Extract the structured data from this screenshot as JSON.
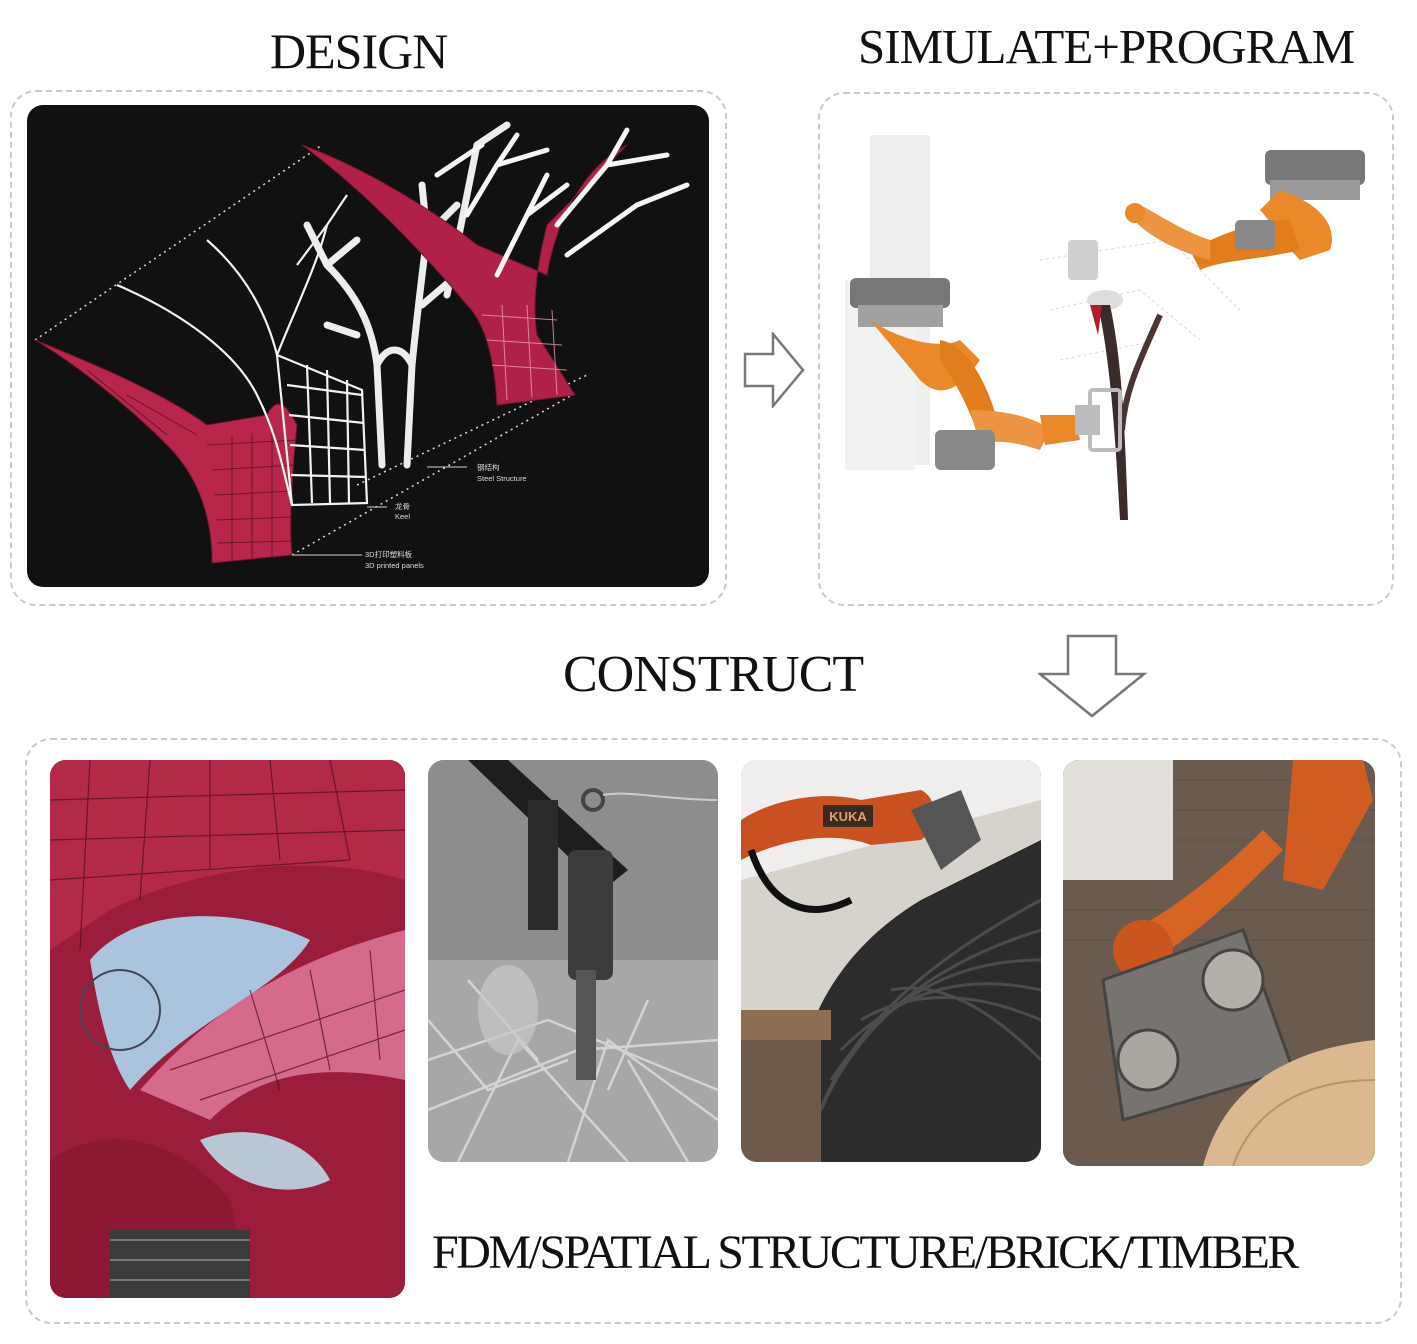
{
  "headings": {
    "design": "DESIGN",
    "simulate": "SIMULATE+PROGRAM",
    "construct": "CONSTRUCT",
    "methods": "FDM/SPATIAL STRUCTURE/BRICK/TIMBER"
  },
  "design_labels": {
    "steel_cn": "钢结构",
    "steel_en": "Steel Structure",
    "keel_cn": "龙骨",
    "keel_en": "Keel",
    "panels_cn": "3D打印塑料板",
    "panels_en": "3D printed panels"
  },
  "robot_brand": "KUKA",
  "colors": {
    "panel_pink": "#c2284f",
    "robot_orange": "#e9892a",
    "design_bg": "#111111",
    "border": "#c9c9c9"
  },
  "icons": {
    "right_arrow": "outline-right-arrow-icon",
    "down_arrow": "outline-down-arrow-icon"
  }
}
